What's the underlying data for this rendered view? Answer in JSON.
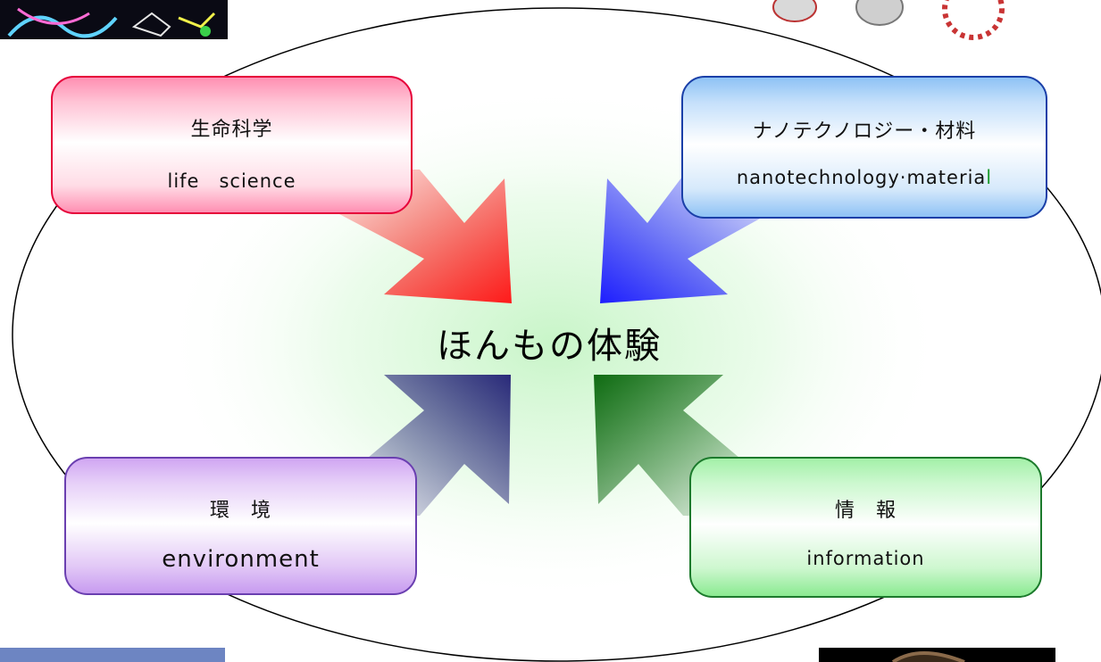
{
  "center": {
    "label": "ほんもの体験"
  },
  "boxes": {
    "life": {
      "jp": "生命科学",
      "en": "life　science",
      "border": "#e6003a",
      "arrow_color": "#ff1a1a"
    },
    "nano": {
      "jp": "ナノテクノロジー・材料",
      "en_main": "nanotechnology·materia",
      "en_last": "l",
      "border": "#1a3fa8",
      "arrow_color": "#1e1eff"
    },
    "env": {
      "jp": "環　境",
      "en": "environment",
      "border": "#6a3fb0",
      "arrow_color": "#2a2a7a"
    },
    "info": {
      "jp": "情　報",
      "en": "information",
      "border": "#1c7a2c",
      "arrow_color": "#0f6b12"
    }
  },
  "background": {
    "center_glow": "#c8f5c8"
  }
}
